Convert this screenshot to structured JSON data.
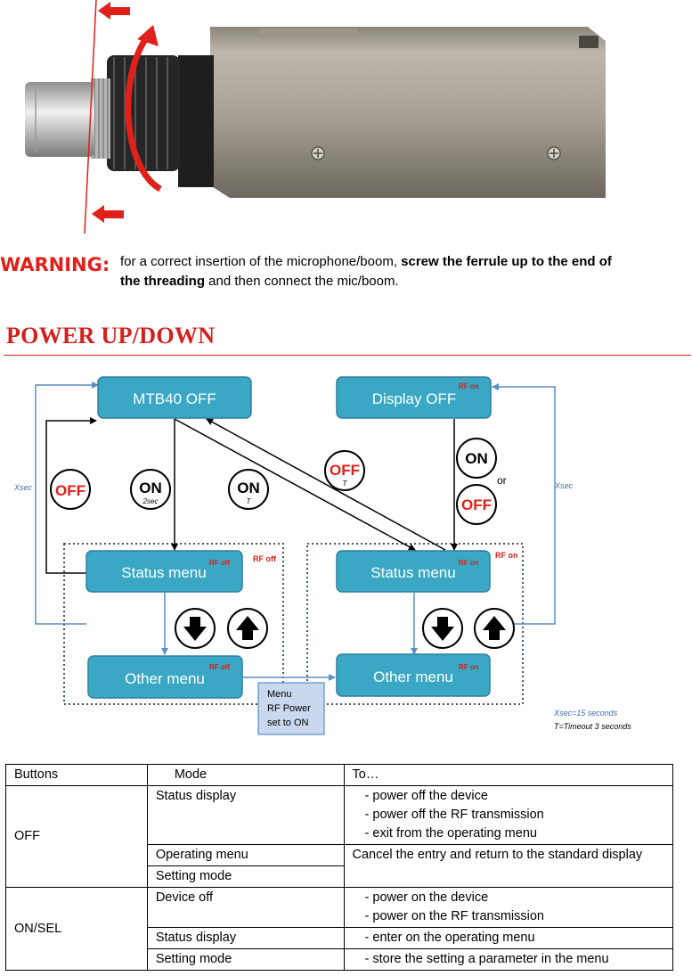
{
  "warning": {
    "label": "WARNING:",
    "text_before": "for a correct insertion of the microphone/boom, ",
    "text_bold": "screw the ferrule up to the end of the threading",
    "text_after": " and then connect the mic/boom."
  },
  "section": {
    "title": "POWER UP/DOWN"
  },
  "colors": {
    "accent_red": "#e0201a",
    "box_teal": "#3aa7c4",
    "box_border": "#2f7fa0",
    "flow_blue": "#5b8dc6"
  },
  "diagram": {
    "boxes": {
      "mtb40_off": "MTB40 OFF",
      "display_off": "Display OFF",
      "status_left": "Status menu",
      "status_right": "Status menu",
      "other_left": "Other menu",
      "other_right": "Other menu"
    },
    "tags": {
      "rf_on": "RF on",
      "rf_off": "RF off"
    },
    "buttons": {
      "off": "OFF",
      "on": "ON",
      "on_sub_2sec": "2sec",
      "on_sub_t": "T",
      "off_sub_t": "T",
      "or": "or"
    },
    "xsec": "Xsec",
    "menu_note": [
      "Menu",
      "RF Power",
      "set to ON"
    ],
    "legend": [
      "Xsec=15 seconds",
      "T=Timeout 3 seconds"
    ]
  },
  "table": {
    "headers": {
      "buttons": "Buttons",
      "mode": "Mode",
      "to": "To…"
    },
    "off": {
      "button": "OFF",
      "status_display": "Status display",
      "status_actions": [
        "power off the device",
        "power off the RF transmission",
        "exit from the operating menu"
      ],
      "operating_menu": "Operating menu",
      "setting_mode": "Setting mode",
      "cancel_action": "Cancel the entry and return to the standard display"
    },
    "onsel": {
      "button": "ON/SEL",
      "device_off": "Device off",
      "device_off_actions": [
        "power on the device",
        "power on the RF transmission"
      ],
      "status_display": "Status display",
      "status_action": "enter on the operating menu",
      "setting_mode": "Setting mode",
      "setting_action": "store the setting  a parameter in the menu"
    }
  }
}
